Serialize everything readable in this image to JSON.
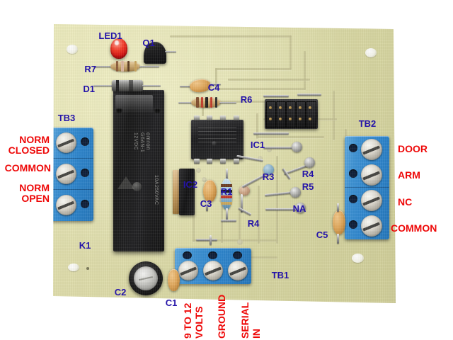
{
  "image": {
    "subject": "annotated printed circuit board photograph",
    "board_color": "#dcdba8",
    "label_color_components": "#2413a8",
    "label_color_terminals": "#ee0808",
    "background": "#ffffff"
  },
  "component_labels": [
    {
      "id": "LED1",
      "text": "LED1"
    },
    {
      "id": "Q1",
      "text": "Q1"
    },
    {
      "id": "R7",
      "text": "R7"
    },
    {
      "id": "D1",
      "text": "D1"
    },
    {
      "id": "TB3",
      "text": "TB3"
    },
    {
      "id": "C4",
      "text": "C4"
    },
    {
      "id": "R6",
      "text": "R6"
    },
    {
      "id": "IC1",
      "text": "IC1"
    },
    {
      "id": "TB2",
      "text": "TB2"
    },
    {
      "id": "IC2",
      "text": "IC2"
    },
    {
      "id": "R3",
      "text": "R3"
    },
    {
      "id": "R4a",
      "text": "R4"
    },
    {
      "id": "R5",
      "text": "R5"
    },
    {
      "id": "R1",
      "text": "R1"
    },
    {
      "id": "C3",
      "text": "C3"
    },
    {
      "id": "NA",
      "text": "NA"
    },
    {
      "id": "R4b",
      "text": "R4"
    },
    {
      "id": "C5",
      "text": "C5"
    },
    {
      "id": "K1",
      "text": "K1"
    },
    {
      "id": "C2",
      "text": "C2"
    },
    {
      "id": "C1",
      "text": "C1"
    },
    {
      "id": "TB1",
      "text": "TB1"
    }
  ],
  "terminal_labels": {
    "tb3": [
      {
        "id": "norm-closed",
        "line1": "NORM",
        "line2": "CLOSED"
      },
      {
        "id": "common",
        "line1": "COMMON",
        "line2": ""
      },
      {
        "id": "norm-open",
        "line1": "NORM",
        "line2": "OPEN"
      }
    ],
    "tb2": [
      {
        "id": "door",
        "text": "DOOR"
      },
      {
        "id": "arm",
        "text": "ARM"
      },
      {
        "id": "nc",
        "text": "NC"
      },
      {
        "id": "common",
        "text": "COMMON"
      }
    ],
    "tb1": [
      {
        "id": "power",
        "line1": "9 TO 12",
        "line2": "VOLTS"
      },
      {
        "id": "ground",
        "line1": "GROUND",
        "line2": ""
      },
      {
        "id": "serial",
        "line1": "SERIAL",
        "line2": "IN"
      }
    ]
  },
  "silkscreen": {
    "relay_brand": "omron",
    "relay_line2": "G6AN-1",
    "relay_line3": "12VDC",
    "relay_rating": "10A250VAC"
  }
}
